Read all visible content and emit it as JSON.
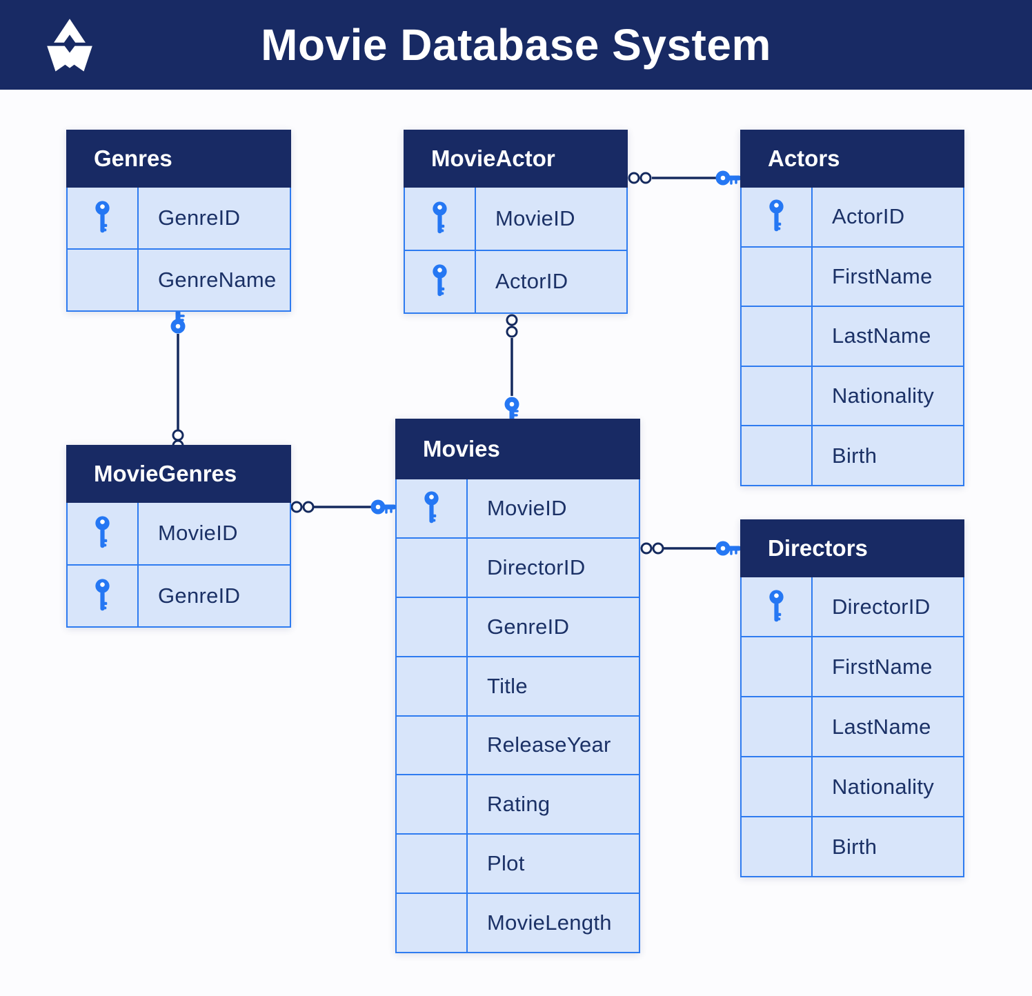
{
  "header": {
    "title": "Movie Database System",
    "logo_icon": "star-crown-icon"
  },
  "colors": {
    "banner": "#182a64",
    "table_header": "#182a64",
    "row_fill": "#d8e5fa",
    "border": "#2e7bf0",
    "row_text": "#1b3166",
    "accent_blue": "#2577f3",
    "connector": "#152a5e",
    "background": "#fcfcfe"
  },
  "icons": {
    "primary_key": "key-icon",
    "one_end_marker": "key-dot-marker",
    "many_end_marker": "double-circle-marker"
  },
  "tables": [
    {
      "id": "genres",
      "name": "Genres",
      "fields": [
        {
          "name": "GenreID",
          "key": true
        },
        {
          "name": "GenreName",
          "key": false
        }
      ]
    },
    {
      "id": "movieactor",
      "name": "MovieActor",
      "fields": [
        {
          "name": "MovieID",
          "key": true
        },
        {
          "name": "ActorID",
          "key": true
        }
      ]
    },
    {
      "id": "actors",
      "name": "Actors",
      "fields": [
        {
          "name": "ActorID",
          "key": true
        },
        {
          "name": "FirstName",
          "key": false
        },
        {
          "name": "LastName",
          "key": false
        },
        {
          "name": "Nationality",
          "key": false
        },
        {
          "name": "Birth",
          "key": false
        }
      ]
    },
    {
      "id": "moviegenres",
      "name": "MovieGenres",
      "fields": [
        {
          "name": "MovieID",
          "key": true
        },
        {
          "name": "GenreID",
          "key": true
        }
      ]
    },
    {
      "id": "movies",
      "name": "Movies",
      "fields": [
        {
          "name": "MovieID",
          "key": true
        },
        {
          "name": "DirectorID",
          "key": false
        },
        {
          "name": "GenreID",
          "key": false
        },
        {
          "name": "Title",
          "key": false
        },
        {
          "name": "ReleaseYear",
          "key": false
        },
        {
          "name": "Rating",
          "key": false
        },
        {
          "name": "Plot",
          "key": false
        },
        {
          "name": "MovieLength",
          "key": false
        }
      ]
    },
    {
      "id": "directors",
      "name": "Directors",
      "fields": [
        {
          "name": "DirectorID",
          "key": true
        },
        {
          "name": "FirstName",
          "key": false
        },
        {
          "name": "LastName",
          "key": false
        },
        {
          "name": "Nationality",
          "key": false
        },
        {
          "name": "Birth",
          "key": false
        }
      ]
    }
  ],
  "relationships": [
    {
      "from_table": "MovieActor",
      "from_cardinality": "many",
      "to_table": "Actors",
      "to_cardinality": "one"
    },
    {
      "from_table": "MovieActor",
      "from_cardinality": "many",
      "to_table": "Movies",
      "to_cardinality": "one"
    },
    {
      "from_table": "Genres",
      "from_cardinality": "one",
      "to_table": "MovieGenres",
      "to_cardinality": "many"
    },
    {
      "from_table": "MovieGenres",
      "from_cardinality": "many",
      "to_table": "Movies",
      "to_cardinality": "one"
    },
    {
      "from_table": "Movies",
      "from_cardinality": "many",
      "to_table": "Directors",
      "to_cardinality": "one"
    }
  ]
}
